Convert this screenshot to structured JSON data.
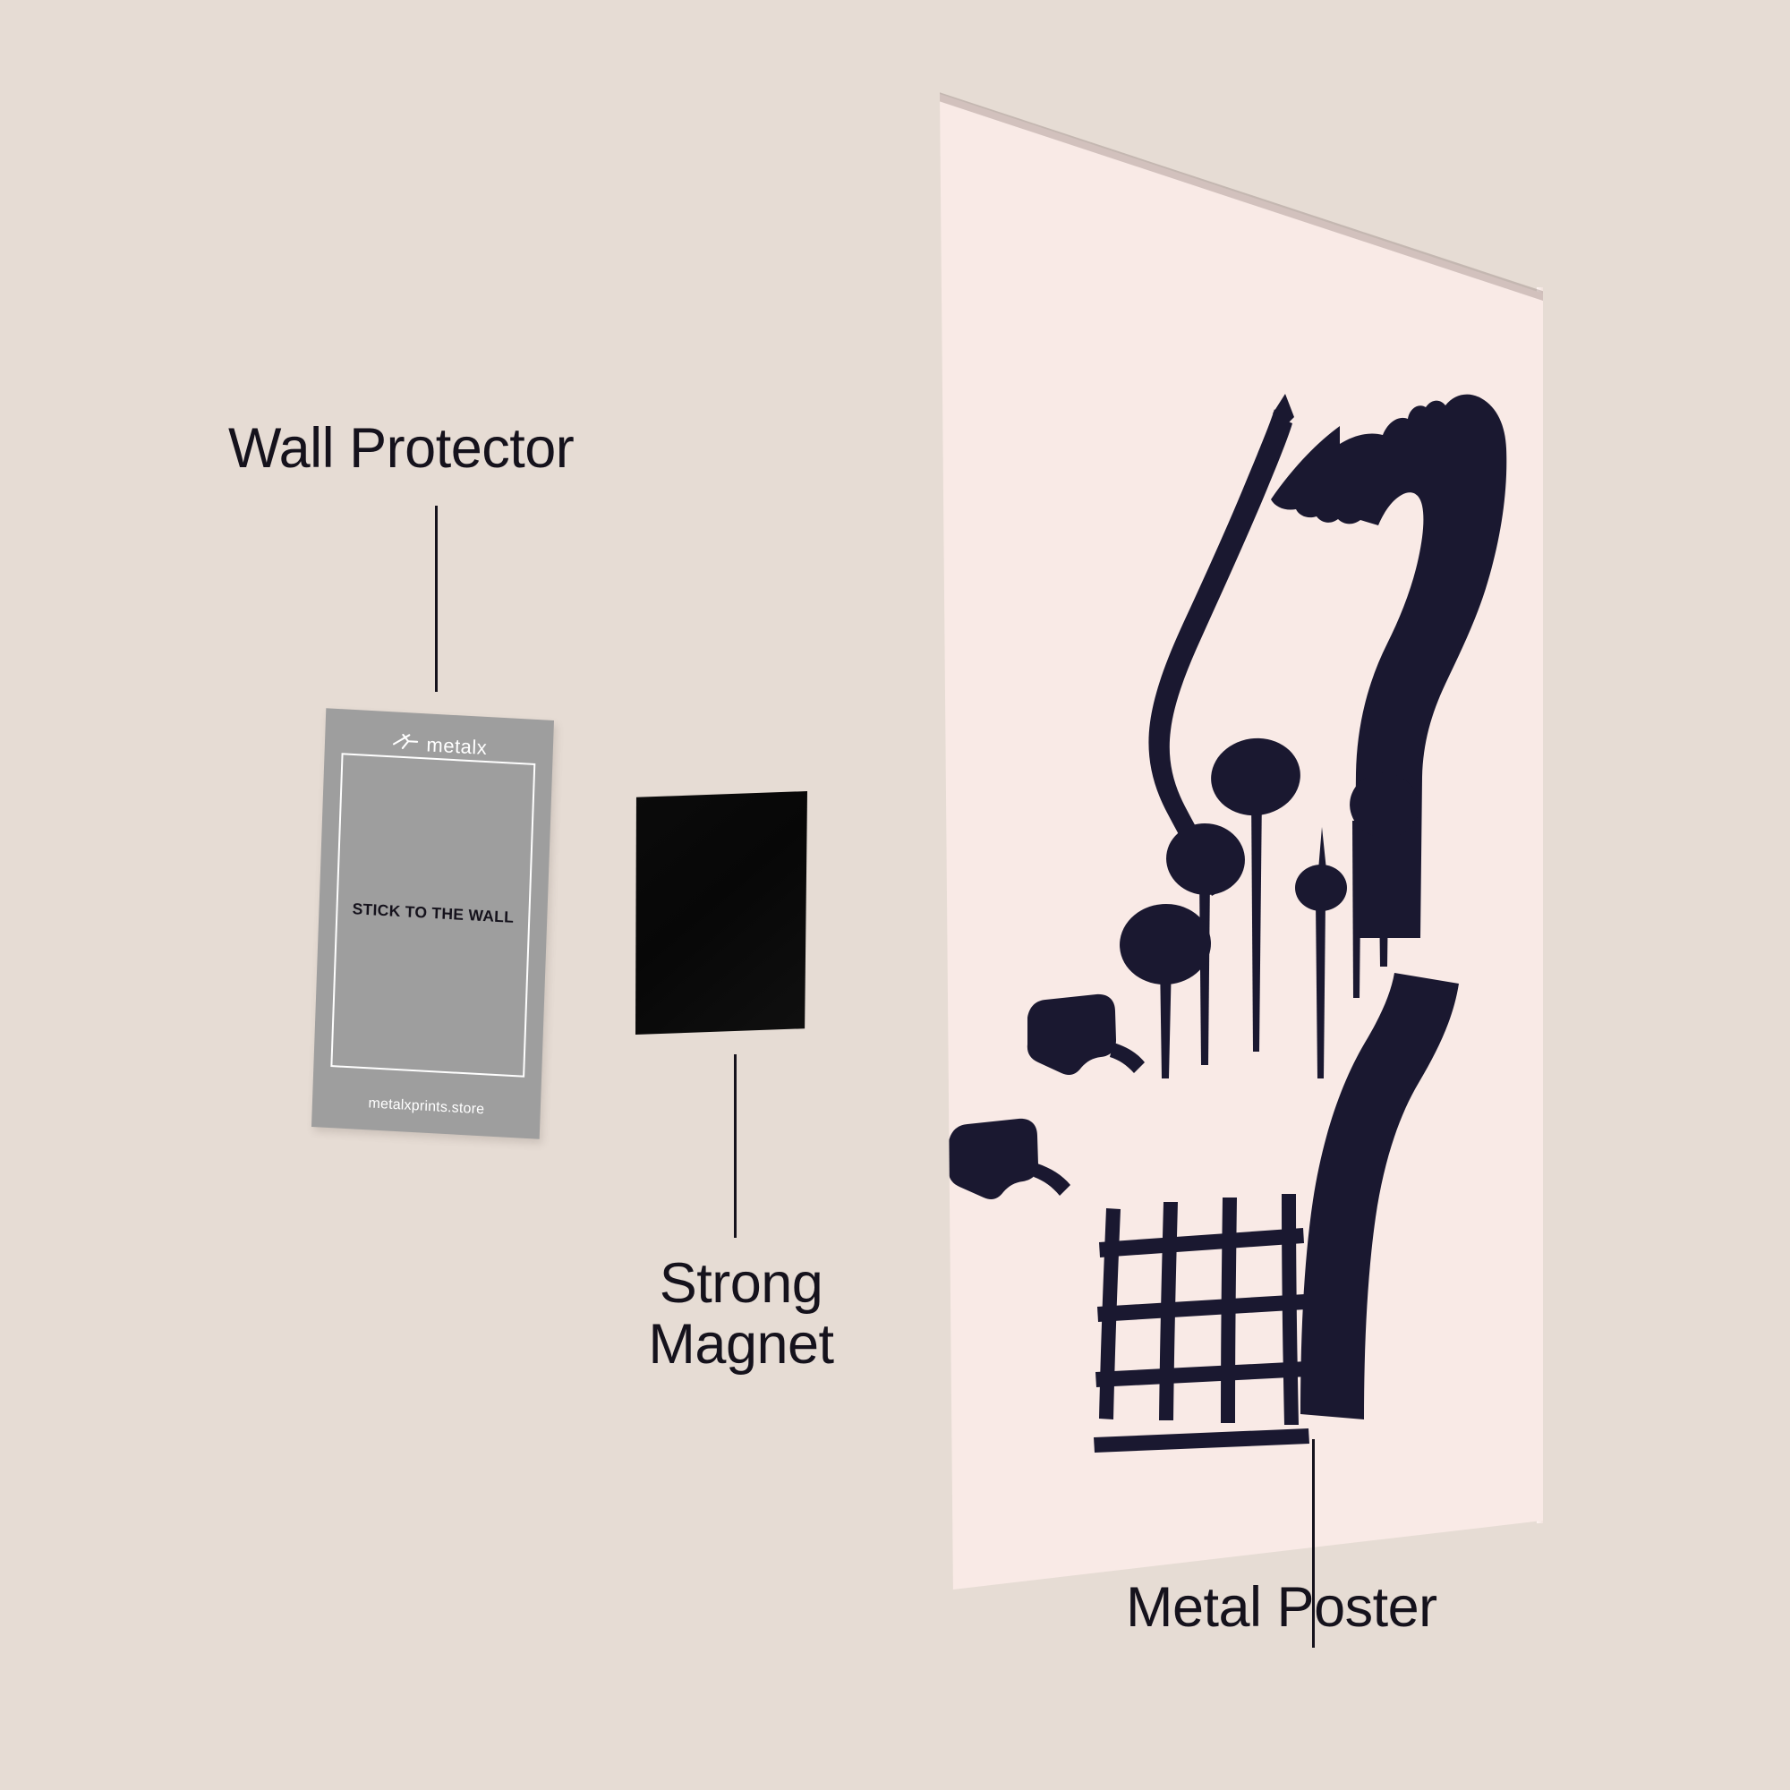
{
  "scene": {
    "background_color": "#e6dcd4",
    "title": "Metal poster mounting components infographic"
  },
  "callouts": [
    {
      "id": "wall-protector",
      "label": "Wall Protector",
      "text_color": "#15121c",
      "leader_color": "#15121c"
    },
    {
      "id": "strong-magnet",
      "label": "Strong\nMagnet",
      "text_color": "#15121c",
      "leader_color": "#15121c"
    },
    {
      "id": "metal-poster",
      "label": "Metal Poster",
      "text_color": "#15121c",
      "leader_color": "#15121c"
    }
  ],
  "wall_protector": {
    "brand_name": "metalx",
    "brand_mark": "metalx-logo-icon",
    "headline": "STICK TO THE WALL",
    "url": "metalxprints.store",
    "card_color": "#9e9e9e",
    "border_color": "#ffffff",
    "headline_color": "#15121c",
    "url_color": "#ffffff"
  },
  "magnet": {
    "name": "Strong Magnet",
    "color": "#080808",
    "shape": "square"
  },
  "metal_poster": {
    "name": "Metal Poster",
    "face_color": "#f9eae6",
    "artwork_color": "#1a1830",
    "artwork_subject": "abstract botanical with bird silhouette"
  }
}
